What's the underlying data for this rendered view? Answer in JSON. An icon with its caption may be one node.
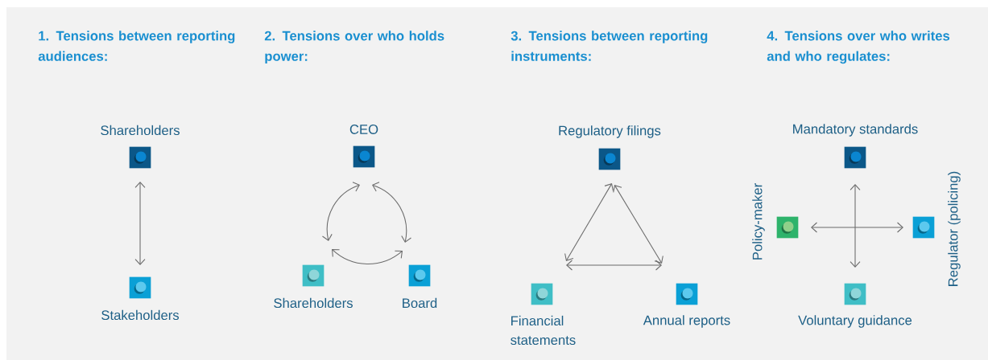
{
  "diagram": {
    "nodes": [
      {
        "text": [
          "Shareholders"
        ]
      },
      {
        "text": [
          "Stakeholders"
        ]
      },
      {
        "text": [
          "CEO"
        ]
      },
      {
        "text": [
          "Shareholders"
        ]
      },
      {
        "text": [
          "Board"
        ]
      },
      {
        "text": [
          "Regulatory filings"
        ]
      },
      {
        "text": [
          "Financial statements"
        ]
      },
      {
        "text": [
          "Annual reports"
        ]
      },
      {
        "text": [
          "Mandatory standards"
        ]
      },
      {
        "text": [
          "Policy-maker"
        ]
      },
      {
        "text": [
          "Regulator (policing)"
        ]
      },
      {
        "text": [
          "Voluntary guidance"
        ]
      }
    ],
    "edges": [
      {
        "from": 0,
        "to": 1,
        "arrow": "both"
      },
      {
        "from": 2,
        "to": 3,
        "arrow": "both"
      },
      {
        "from": 2,
        "to": 4,
        "arrow": "both"
      },
      {
        "from": 3,
        "to": 4,
        "arrow": "both"
      },
      {
        "from": 5,
        "to": 6,
        "arrow": "both"
      },
      {
        "from": 5,
        "to": 7,
        "arrow": "both"
      },
      {
        "from": 6,
        "to": 7,
        "arrow": "both"
      },
      {
        "from": 8,
        "to": 11,
        "arrow": "both"
      },
      {
        "from": 9,
        "to": 10,
        "arrow": "both"
      }
    ],
    "labels": [
      "1. Tensions between reporting audiences:",
      "2. Tensions over who holds power:",
      "3. Tensions between reporting instruments:",
      "4. Tensions over who writes and who regulates:"
    ]
  }
}
